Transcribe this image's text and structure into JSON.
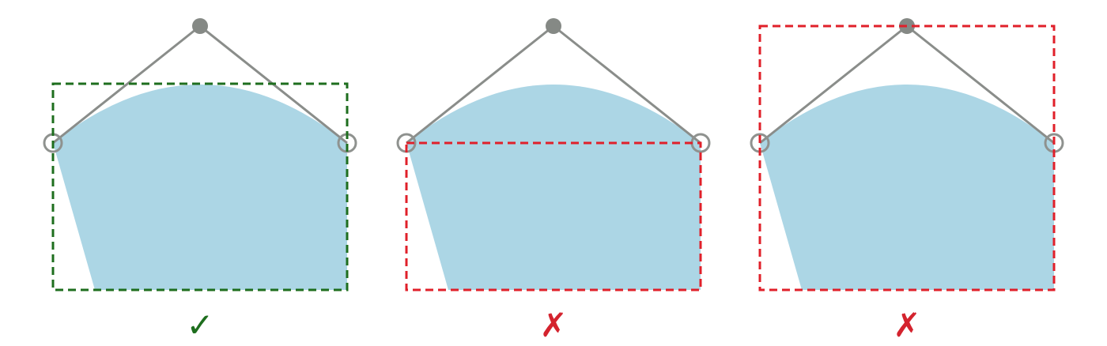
{
  "colors": {
    "shape_fill": "#acd6e5",
    "control_line": "#8a8d8a",
    "control_point": "#858985",
    "endpoint_stroke": "#8f928f",
    "good_box": "#1e6e1e",
    "bad_box": "#e0202a",
    "check_mark": "#1e6e1e",
    "cross_mark": "#d4232e"
  },
  "icons": {
    "correct": "check-mark-icon",
    "incorrect": "cross-mark-icon"
  },
  "panels": [
    {
      "id": "correct-bounds",
      "verdict": "correct",
      "symbol": "✓"
    },
    {
      "id": "anchor-points-only",
      "verdict": "incorrect",
      "symbol": "✗"
    },
    {
      "id": "includes-control-point",
      "verdict": "incorrect",
      "symbol": "✗"
    }
  ]
}
